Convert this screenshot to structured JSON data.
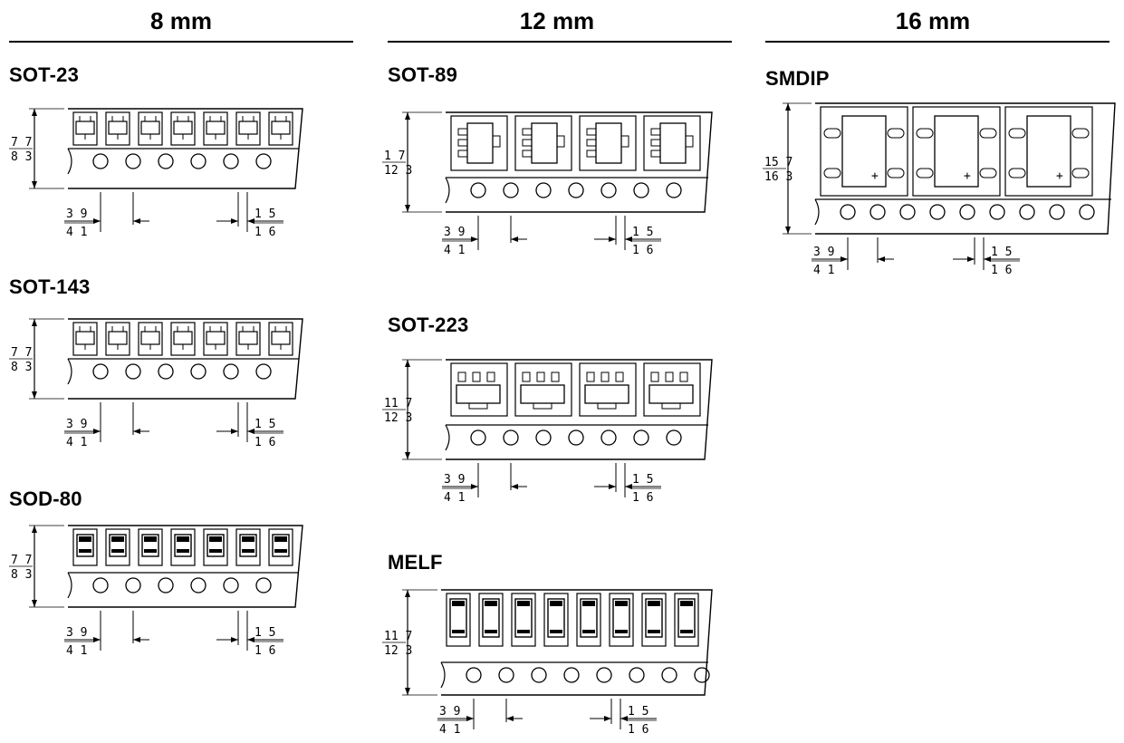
{
  "columns": [
    {
      "heading": "8 mm"
    },
    {
      "heading": "12 mm"
    },
    {
      "heading": "16 mm"
    }
  ],
  "packages": {
    "sot23": {
      "title": "SOT-23",
      "height_top": "7 7",
      "height_bot": "8 3",
      "pitch_top": "3 9",
      "pitch_bot": "4 1",
      "gap_top": "1 5",
      "gap_bot": "1 6"
    },
    "sot143": {
      "title": "SOT-143",
      "height_top": "7 7",
      "height_bot": "8 3",
      "pitch_top": "3 9",
      "pitch_bot": "4 1",
      "gap_top": "1 5",
      "gap_bot": "1 6"
    },
    "sod80": {
      "title": "SOD-80",
      "height_top": "7 7",
      "height_bot": "8 3",
      "pitch_top": "3 9",
      "pitch_bot": "4 1",
      "gap_top": "1 5",
      "gap_bot": "1 6"
    },
    "sot89": {
      "title": "SOT-89",
      "height_top": "1 7",
      "height_bot": "12 3",
      "pitch_top": "3 9",
      "pitch_bot": "4 1",
      "gap_top": "1 5",
      "gap_bot": "1 6"
    },
    "sot223": {
      "title": "SOT-223",
      "height_top": "11 7",
      "height_bot": "12 3",
      "pitch_top": "3 9",
      "pitch_bot": "4 1",
      "gap_top": "1 5",
      "gap_bot": "1 6"
    },
    "melf": {
      "title": "MELF",
      "height_top": "11 7",
      "height_bot": "12 3",
      "pitch_top": "3 9",
      "pitch_bot": "4 1",
      "gap_top": "1 5",
      "gap_bot": "1 6"
    },
    "smdip": {
      "title": "SMDIP",
      "height_top": "15 7",
      "height_bot": "16 3",
      "pitch_top": "3 9",
      "pitch_bot": "4 1",
      "gap_top": "1 5",
      "gap_bot": "1 6"
    }
  }
}
